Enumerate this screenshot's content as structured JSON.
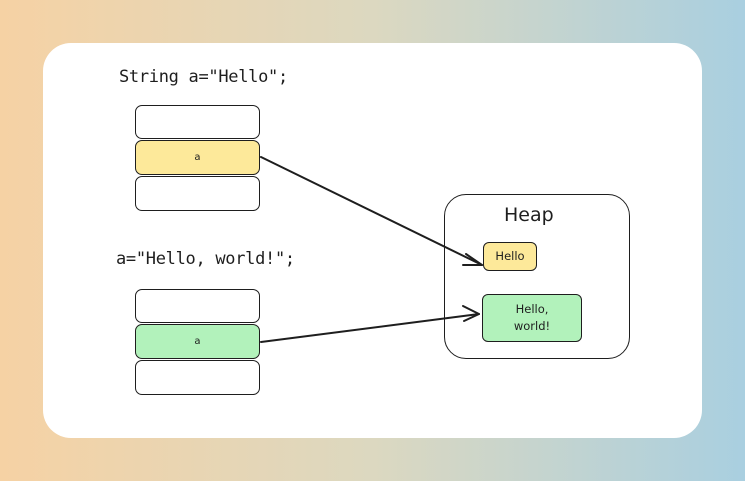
{
  "diagram": {
    "statement_1": "String a=\"Hello\";",
    "statement_2": "a=\"Hello, world!\";",
    "stack_1": {
      "variable": "a",
      "color": "#fde99a"
    },
    "stack_2": {
      "variable": "a",
      "color": "#b2f2bb"
    },
    "heap": {
      "title": "Heap",
      "old_string": "Hello",
      "new_string": "Hello,\nworld!"
    }
  },
  "colors": {
    "background_left": "#f6d2a4",
    "background_right": "#a9cfe0",
    "card": "#ffffff",
    "yellow_fill": "#fde99a",
    "green_fill": "#b2f2bb",
    "stroke": "#1e1e1e"
  }
}
